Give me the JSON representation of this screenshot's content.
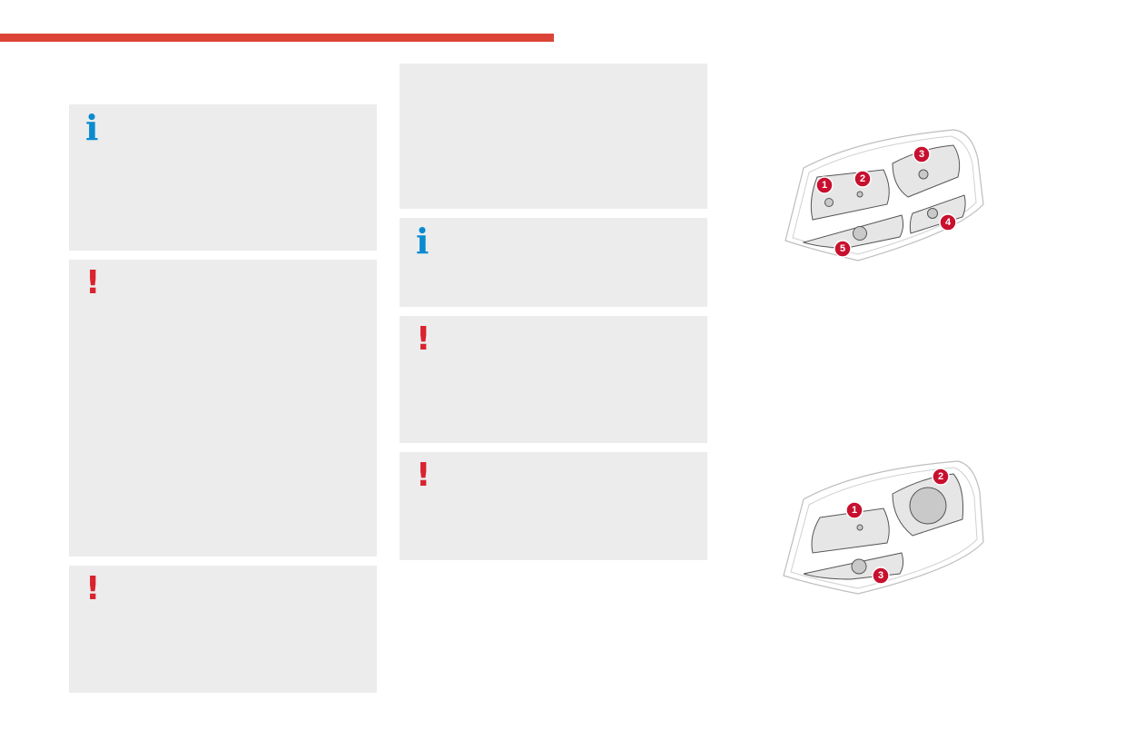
{
  "colors": {
    "accent_bar": "#db4436",
    "info_icon": "#0a8bd0",
    "warning_icon": "#d9232e",
    "marker": "#c8102e",
    "panel": "#ececec"
  },
  "left_column": {
    "info_box": {
      "icon": "info-icon",
      "glyph": "i"
    },
    "warning_box_1": {
      "icon": "warning-icon",
      "glyph": "!"
    },
    "warning_box_2": {
      "icon": "warning-icon",
      "glyph": "!"
    }
  },
  "middle_column": {
    "plain_box": {},
    "info_box": {
      "icon": "info-icon",
      "glyph": "i"
    },
    "warning_box_1": {
      "icon": "warning-icon",
      "glyph": "!"
    },
    "warning_box_2": {
      "icon": "warning-icon",
      "glyph": "!"
    }
  },
  "figure_1": {
    "description": "rear-lamp-cluster-5-bulbs",
    "markers": [
      "1",
      "2",
      "3",
      "4",
      "5"
    ]
  },
  "figure_2": {
    "description": "rear-lamp-cluster-3-bulbs",
    "markers": [
      "1",
      "2",
      "3"
    ]
  }
}
